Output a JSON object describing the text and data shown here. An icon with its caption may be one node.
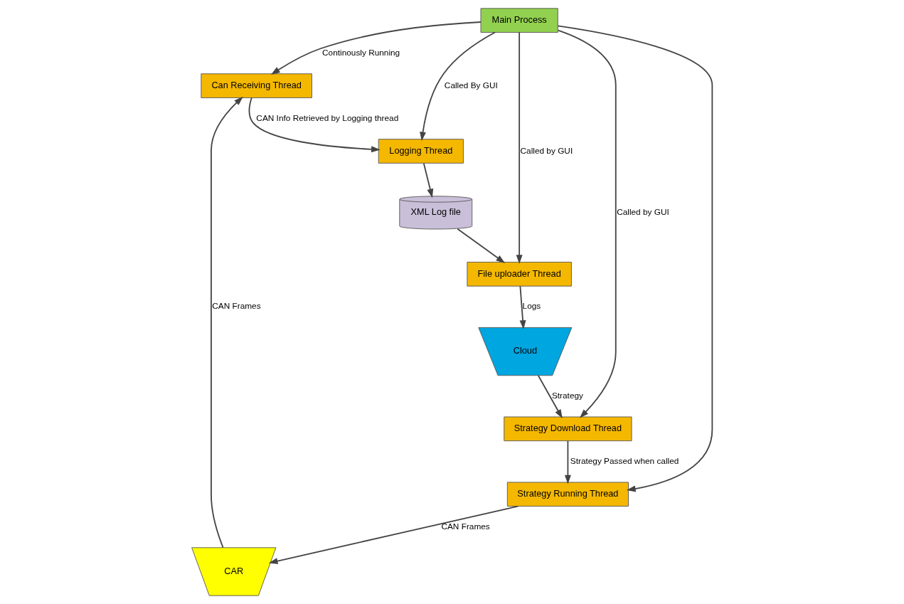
{
  "diagram": {
    "nodes": [
      {
        "text": [
          "Main Process"
        ]
      },
      {
        "text": [
          "Can Receiving Thread"
        ]
      },
      {
        "text": [
          "Logging Thread"
        ]
      },
      {
        "text": [
          "File uploader Thread"
        ]
      },
      {
        "text": [
          "Cloud"
        ]
      },
      {
        "text": [
          "Strategy Download Thread"
        ]
      },
      {
        "text": [
          "Strategy Running Thread"
        ]
      },
      {
        "text": [
          "XML Log file"
        ]
      },
      {
        "text": [
          "CAR"
        ]
      }
    ],
    "edges": [
      {
        "from": 0,
        "to": 1,
        "arrow": "to",
        "label": "Continously Running"
      },
      {
        "from": 0,
        "to": 2,
        "arrow": "to",
        "label": "Called By GUI"
      },
      {
        "from": 0,
        "to": 3,
        "arrow": "to",
        "label": "Called by GUI"
      },
      {
        "from": 0,
        "to": 5,
        "arrow": "to",
        "label": "Called by GUI"
      },
      {
        "from": 0,
        "to": 6,
        "arrow": "to"
      },
      {
        "from": 1,
        "to": 2,
        "arrow": "to",
        "label": "CAN Info Retrieved by Logging thread"
      },
      {
        "from": 2,
        "to": 7,
        "arrow": "to"
      },
      {
        "from": 7,
        "to": 3,
        "arrow": "to"
      },
      {
        "from": 3,
        "to": 4,
        "arrow": "to",
        "label": "Logs"
      },
      {
        "from": 4,
        "to": 5,
        "arrow": "to",
        "label": "Strategy"
      },
      {
        "from": 5,
        "to": 6,
        "arrow": "to",
        "label": "Strategy Passed when called"
      },
      {
        "from": 6,
        "to": 8,
        "arrow": "to",
        "label": "CAN Frames"
      },
      {
        "from": 8,
        "to": 1,
        "arrow": "to",
        "label": "CAN Frames"
      }
    ]
  }
}
